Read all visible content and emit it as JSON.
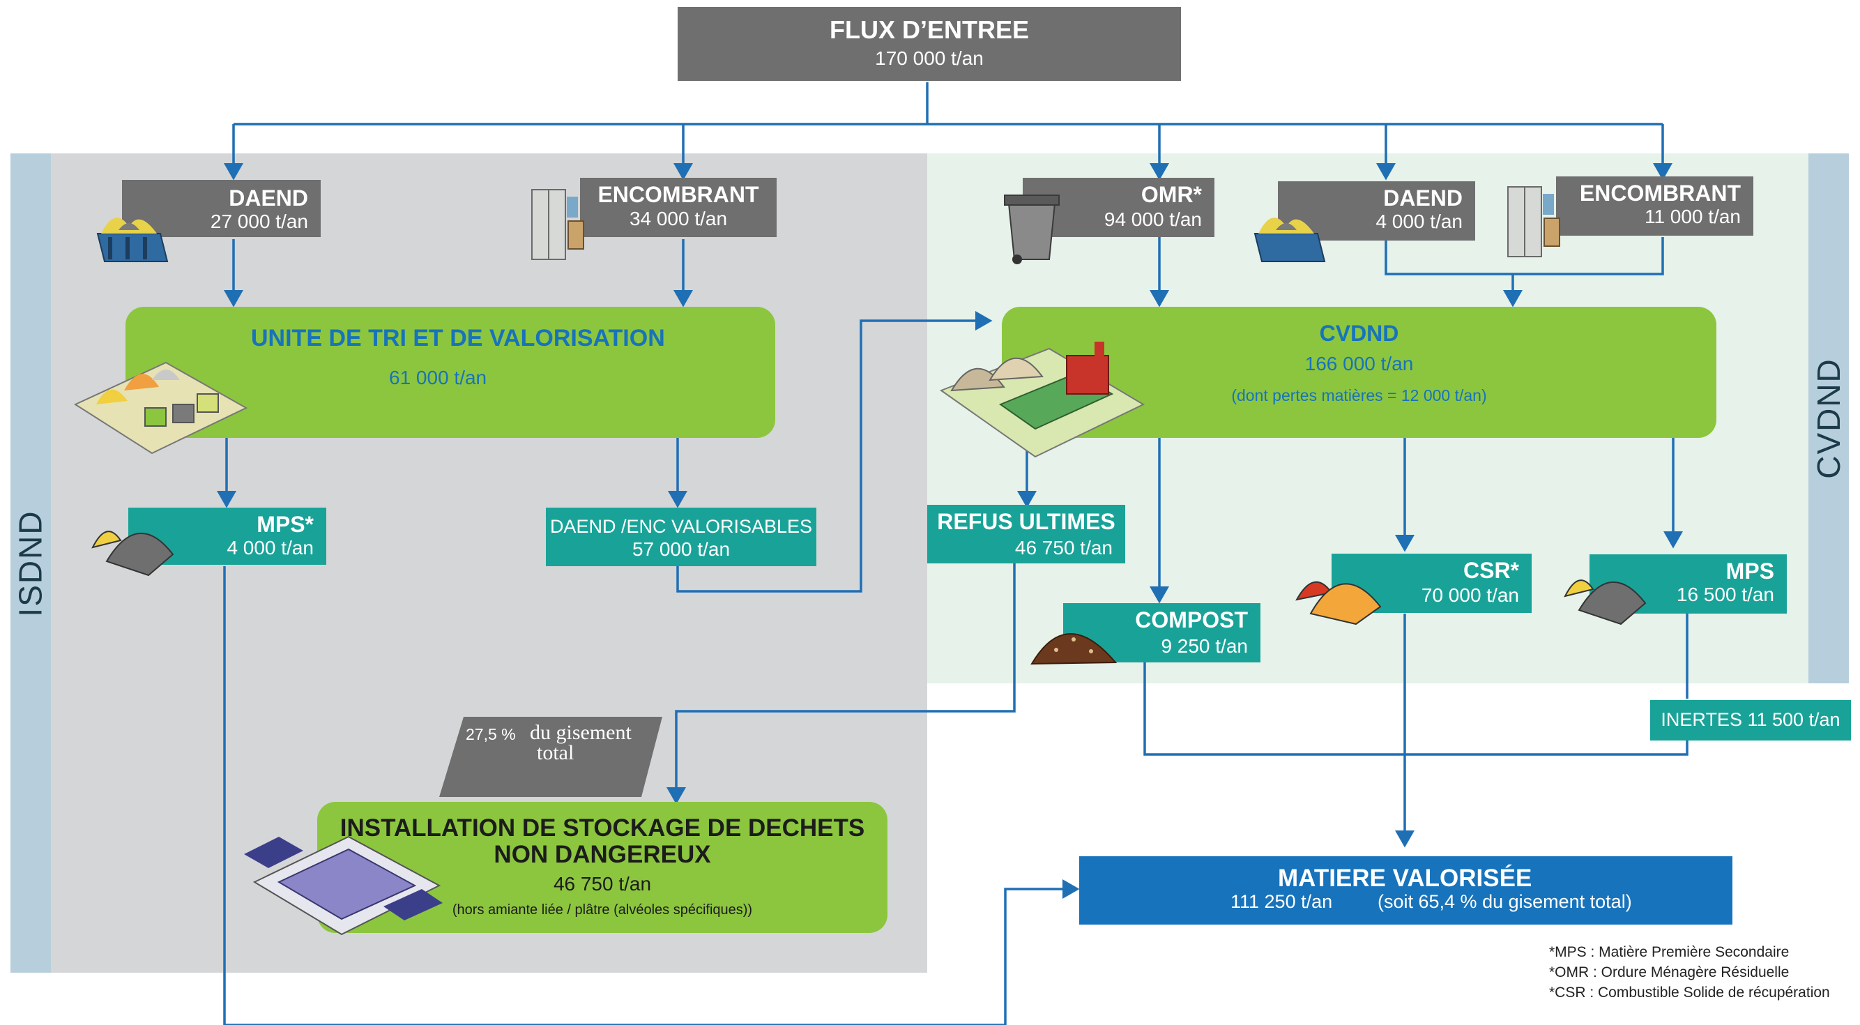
{
  "flux_entree": {
    "title": "FLUX D’ENTREE",
    "value": "170 000 t/an"
  },
  "zones": {
    "left": "ISDND",
    "right": "CVDND"
  },
  "isdnd": {
    "daend": {
      "title": "DAEND",
      "value": "27 000 t/an"
    },
    "encombrant": {
      "title": "ENCOMBRANT",
      "value": "34 000 t/an"
    },
    "unite_tri": {
      "title": "UNITE DE TRI ET DE VALORISATION",
      "value": "61 000 t/an"
    },
    "mps": {
      "title": "MPS*",
      "value": "4 000 t/an"
    },
    "valorisables": {
      "title": "DAEND /ENC VALORISABLES",
      "value": "57 000 t/an"
    }
  },
  "cvdnd": {
    "omr": {
      "title": "OMR*",
      "value": "94 000 t/an"
    },
    "daend": {
      "title": "DAEND",
      "value": "4 000 t/an"
    },
    "encombrant": {
      "title": "ENCOMBRANT",
      "value": "11 000 t/an"
    },
    "center": {
      "title": "CVDND",
      "value": "166 000 t/an",
      "note": "(dont pertes matières = 12 000 t/an)"
    },
    "refus": {
      "title": "REFUS ULTIMES",
      "value": "46 750 t/an"
    },
    "compost": {
      "title": "COMPOST",
      "value": "9 250 t/an"
    },
    "csr": {
      "title": "CSR*",
      "value": "70 000 t/an"
    },
    "mps": {
      "title": "MPS",
      "value": "16 500 t/an"
    },
    "inertes": {
      "label": "INERTES 11 500 t/an"
    }
  },
  "gisement": {
    "percent": "27,5 %",
    "text1": "du gisement",
    "text2": "total"
  },
  "stockage": {
    "title1": "INSTALLATION DE STOCKAGE DE DECHETS",
    "title2": "NON DANGEREUX",
    "value": "46 750  t/an",
    "note": "(hors amiante liée / plâtre (alvéoles spécifiques))"
  },
  "matiere": {
    "title": "MATIERE VALORISÉE",
    "value": "111 250  t/an",
    "note": "(soit 65,4 % du gisement total)"
  },
  "legend": [
    "*MPS : Matière Première Secondaire",
    "*OMR : Ordure Ménagère Résiduelle",
    "*CSR : Combustible Solide de récupération"
  ],
  "colors": {
    "flow": "#1f6fb4",
    "teal": "#19a398",
    "green": "#8cc63f",
    "gray": "#6f6f70",
    "blue": "#1773bb"
  }
}
